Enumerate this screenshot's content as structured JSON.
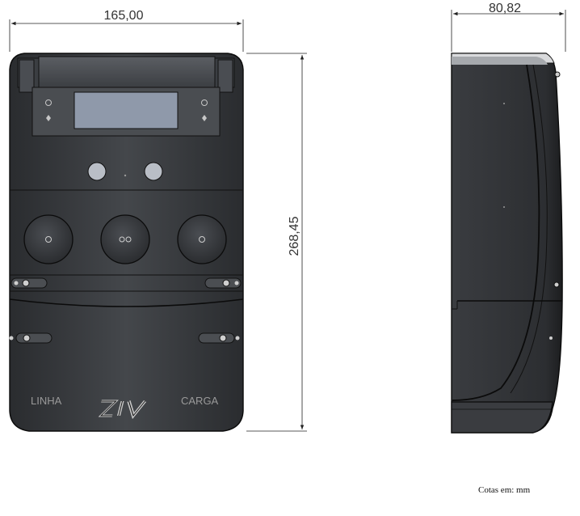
{
  "dimensions": {
    "front_width": "165,00",
    "front_height": "268,45",
    "side_depth": "80,82"
  },
  "labels": {
    "line": "LINHA",
    "load": "CARGA",
    "brand": "ZIV"
  },
  "note": "Cotas em: mm",
  "colors": {
    "body_dark": "#2f3134",
    "body_mid": "#3d3f43",
    "body_light": "#55585c",
    "window": "#8c96a8",
    "button": "#b9bec6",
    "line": "#0b0b0b"
  }
}
